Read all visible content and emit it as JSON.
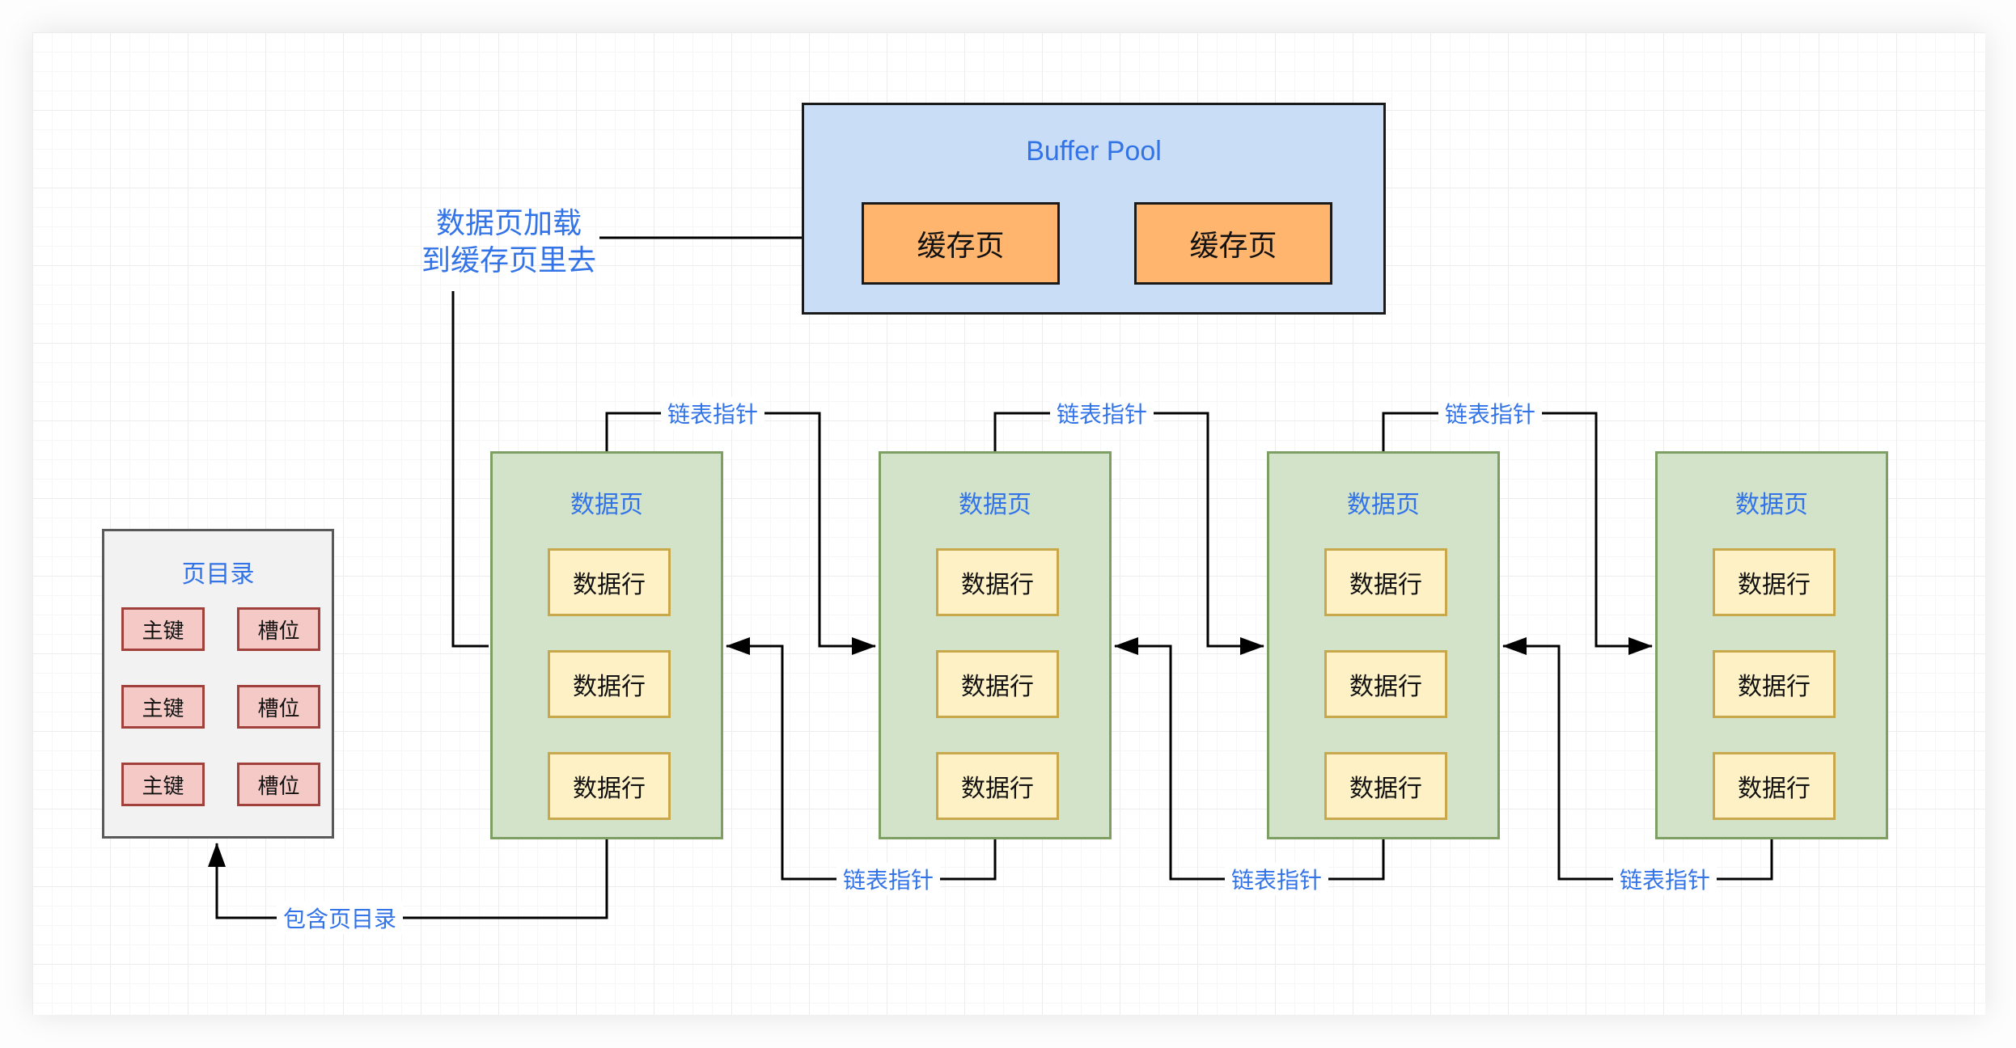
{
  "colors": {
    "label-blue": "#3273e8",
    "buffer-fill": "#c9def6",
    "buffer-border": "#1a1a1a",
    "cache-fill": "#ffb56e",
    "cache-border": "#1a1a1a",
    "page-fill": "#d2e3c9",
    "page-border": "#7e9f63",
    "row-fill": "#fdf1c5",
    "row-border": "#c9a84b",
    "dir-fill": "#f2f2f2",
    "dir-border": "#595959",
    "key-fill": "#f5c9c5",
    "key-border": "#a2403c",
    "line": "#000000",
    "grid-minor": "#f6f6f6",
    "grid-major": "#ececec"
  },
  "buffer_pool": {
    "title": "Buffer Pool",
    "cache_pages": [
      "缓存页",
      "缓存页"
    ]
  },
  "load_annotation": {
    "line1": "数据页加载",
    "line2": "到缓存页里去"
  },
  "pages": [
    {
      "title": "数据页",
      "rows": [
        "数据行",
        "数据行",
        "数据行"
      ]
    },
    {
      "title": "数据页",
      "rows": [
        "数据行",
        "数据行",
        "数据行"
      ]
    },
    {
      "title": "数据页",
      "rows": [
        "数据行",
        "数据行",
        "数据行"
      ]
    },
    {
      "title": "数据页",
      "rows": [
        "数据行",
        "数据行",
        "数据行"
      ]
    }
  ],
  "pointer_labels": {
    "top": [
      "链表指针",
      "链表指针",
      "链表指针"
    ],
    "bottom": [
      "链表指针",
      "链表指针",
      "链表指针"
    ]
  },
  "directory": {
    "title": "页目录",
    "entries": [
      {
        "key": "主键",
        "slot": "槽位"
      },
      {
        "key": "主键",
        "slot": "槽位"
      },
      {
        "key": "主键",
        "slot": "槽位"
      }
    ],
    "contains_label": "包含页目录"
  }
}
